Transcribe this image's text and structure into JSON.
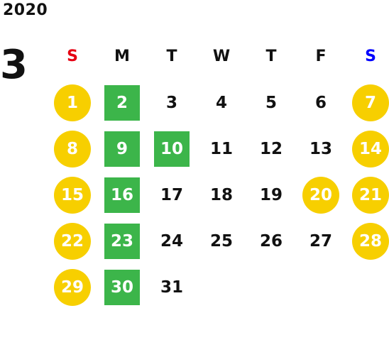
{
  "calendar": {
    "year": "2020",
    "month": "3",
    "weekdays": [
      {
        "label": "S",
        "color": "#e60012"
      },
      {
        "label": "M",
        "color": "#111111"
      },
      {
        "label": "T",
        "color": "#111111"
      },
      {
        "label": "W",
        "color": "#111111"
      },
      {
        "label": "T",
        "color": "#111111"
      },
      {
        "label": "F",
        "color": "#111111"
      },
      {
        "label": "S",
        "color": "#0000ff"
      }
    ],
    "styles": {
      "holiday_color": "#f7cf00",
      "closed_color": "#3cb54a"
    },
    "weeks": [
      [
        {
          "day": "1",
          "style": "holiday"
        },
        {
          "day": "2",
          "style": "closed"
        },
        {
          "day": "3",
          "style": "normal"
        },
        {
          "day": "4",
          "style": "normal"
        },
        {
          "day": "5",
          "style": "normal"
        },
        {
          "day": "6",
          "style": "normal"
        },
        {
          "day": "7",
          "style": "holiday"
        }
      ],
      [
        {
          "day": "8",
          "style": "holiday"
        },
        {
          "day": "9",
          "style": "closed"
        },
        {
          "day": "10",
          "style": "closed"
        },
        {
          "day": "11",
          "style": "normal"
        },
        {
          "day": "12",
          "style": "normal"
        },
        {
          "day": "13",
          "style": "normal"
        },
        {
          "day": "14",
          "style": "holiday"
        }
      ],
      [
        {
          "day": "15",
          "style": "holiday"
        },
        {
          "day": "16",
          "style": "closed"
        },
        {
          "day": "17",
          "style": "normal"
        },
        {
          "day": "18",
          "style": "normal"
        },
        {
          "day": "19",
          "style": "normal"
        },
        {
          "day": "20",
          "style": "holiday"
        },
        {
          "day": "21",
          "style": "holiday"
        }
      ],
      [
        {
          "day": "22",
          "style": "holiday"
        },
        {
          "day": "23",
          "style": "closed"
        },
        {
          "day": "24",
          "style": "normal"
        },
        {
          "day": "25",
          "style": "normal"
        },
        {
          "day": "26",
          "style": "normal"
        },
        {
          "day": "27",
          "style": "normal"
        },
        {
          "day": "28",
          "style": "holiday"
        }
      ],
      [
        {
          "day": "29",
          "style": "holiday"
        },
        {
          "day": "30",
          "style": "closed"
        },
        {
          "day": "31",
          "style": "normal"
        },
        {
          "day": "",
          "style": "empty"
        },
        {
          "day": "",
          "style": "empty"
        },
        {
          "day": "",
          "style": "empty"
        },
        {
          "day": "",
          "style": "empty"
        }
      ]
    ]
  }
}
